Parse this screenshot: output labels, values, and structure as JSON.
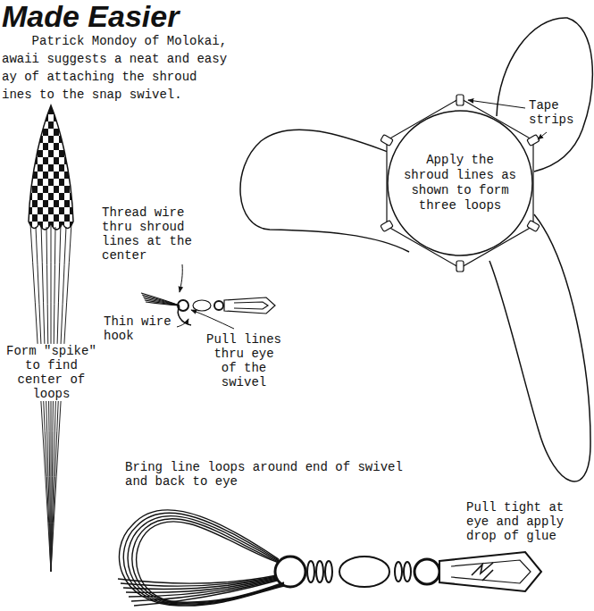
{
  "diagram": {
    "title": "Made Easier",
    "nodes": [
      {
        "text": [
          "Apply the shroud lines as shown to form three loops"
        ]
      }
    ],
    "labels": [
      "Patrick Mondoy of Molokai, awaii suggests a neat and easy ay of attaching the shroud ines to the snap swivel.",
      "Tape strips",
      "Thread wire thru shroud lines at the center",
      "Form \"spike\" to find center of loops",
      "Thin wire hook",
      "Pull lines thru eye of the swivel",
      "Bring line loops around end of swivel and back to eye",
      "Pull tight at eye and apply drop of glue"
    ]
  }
}
